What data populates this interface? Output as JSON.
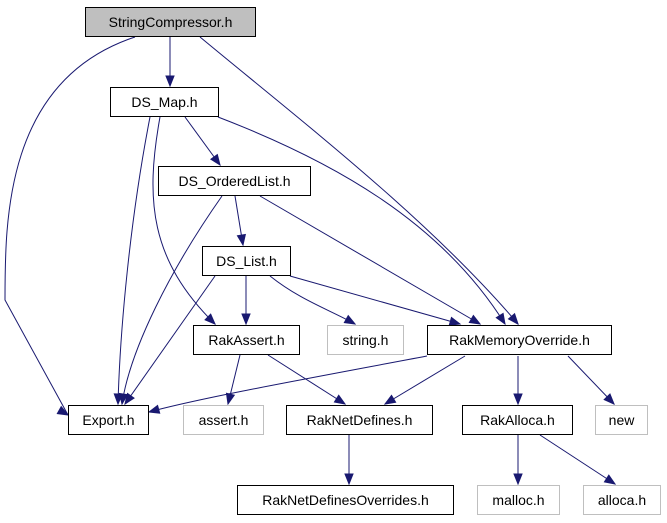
{
  "graph": {
    "nodes": [
      {
        "id": "string-compressor-h",
        "label": "StringCompressor.h",
        "kind": "root"
      },
      {
        "id": "ds-map-h",
        "label": "DS_Map.h",
        "kind": "file"
      },
      {
        "id": "ds-orderedlist-h",
        "label": "DS_OrderedList.h",
        "kind": "file"
      },
      {
        "id": "ds-list-h",
        "label": "DS_List.h",
        "kind": "file"
      },
      {
        "id": "rakassert-h",
        "label": "RakAssert.h",
        "kind": "file"
      },
      {
        "id": "string-h",
        "label": "string.h",
        "kind": "external"
      },
      {
        "id": "rakmemoryoverride-h",
        "label": "RakMemoryOverride.h",
        "kind": "file"
      },
      {
        "id": "export-h",
        "label": "Export.h",
        "kind": "file"
      },
      {
        "id": "assert-h",
        "label": "assert.h",
        "kind": "external"
      },
      {
        "id": "raknetdefines-h",
        "label": "RakNetDefines.h",
        "kind": "file"
      },
      {
        "id": "rakalloca-h",
        "label": "RakAlloca.h",
        "kind": "file"
      },
      {
        "id": "new",
        "label": "new",
        "kind": "external"
      },
      {
        "id": "raknetdefinesoverrides-h",
        "label": "RakNetDefinesOverrides.h",
        "kind": "file"
      },
      {
        "id": "malloc-h",
        "label": "malloc.h",
        "kind": "external"
      },
      {
        "id": "alloca-h",
        "label": "alloca.h",
        "kind": "external"
      }
    ],
    "edges": [
      {
        "from": "string-compressor-h",
        "to": "ds-map-h"
      },
      {
        "from": "string-compressor-h",
        "to": "export-h"
      },
      {
        "from": "string-compressor-h",
        "to": "rakmemoryoverride-h"
      },
      {
        "from": "ds-map-h",
        "to": "ds-orderedlist-h"
      },
      {
        "from": "ds-map-h",
        "to": "export-h"
      },
      {
        "from": "ds-map-h",
        "to": "rakassert-h"
      },
      {
        "from": "ds-map-h",
        "to": "rakmemoryoverride-h"
      },
      {
        "from": "ds-orderedlist-h",
        "to": "ds-list-h"
      },
      {
        "from": "ds-orderedlist-h",
        "to": "export-h"
      },
      {
        "from": "ds-orderedlist-h",
        "to": "rakmemoryoverride-h"
      },
      {
        "from": "ds-list-h",
        "to": "rakassert-h"
      },
      {
        "from": "ds-list-h",
        "to": "export-h"
      },
      {
        "from": "ds-list-h",
        "to": "string-h"
      },
      {
        "from": "ds-list-h",
        "to": "rakmemoryoverride-h"
      },
      {
        "from": "rakassert-h",
        "to": "assert-h"
      },
      {
        "from": "rakassert-h",
        "to": "raknetdefines-h"
      },
      {
        "from": "rakmemoryoverride-h",
        "to": "export-h"
      },
      {
        "from": "rakmemoryoverride-h",
        "to": "raknetdefines-h"
      },
      {
        "from": "rakmemoryoverride-h",
        "to": "rakalloca-h"
      },
      {
        "from": "rakmemoryoverride-h",
        "to": "new"
      },
      {
        "from": "raknetdefines-h",
        "to": "raknetdefinesoverrides-h"
      },
      {
        "from": "rakalloca-h",
        "to": "malloc-h"
      },
      {
        "from": "rakalloca-h",
        "to": "alloca-h"
      }
    ]
  }
}
